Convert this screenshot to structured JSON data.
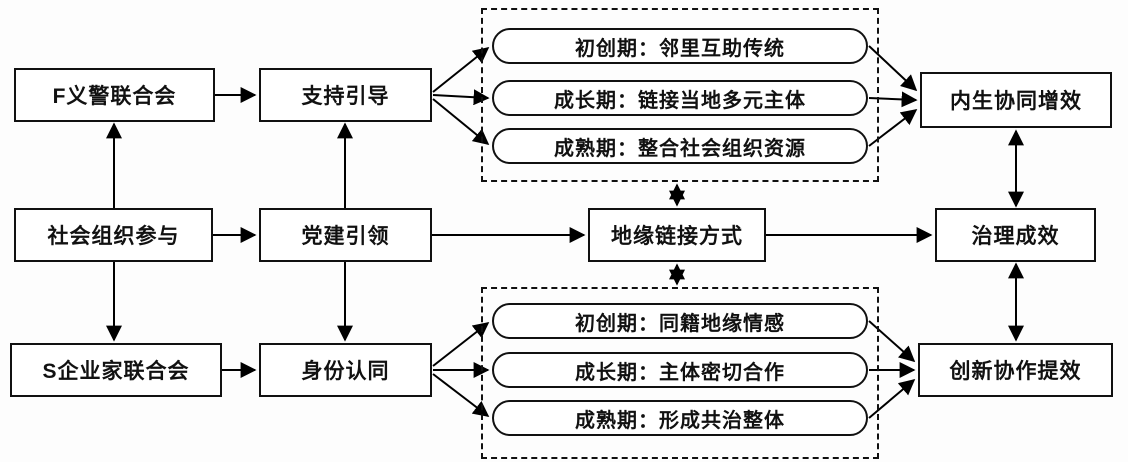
{
  "diagram": {
    "nodes": {
      "f_federation": "F义警联合会",
      "support_guidance": "支持引导",
      "social_org_participation": "社会组织参与",
      "party_building": "党建引领",
      "s_federation": "S企业家联合会",
      "identity_recognition": "身份认同",
      "geo_link_mode": "地缘链接方式",
      "endogenous_synergy": "内生协同增效",
      "governance_effect": "治理成效",
      "innovation_collab": "创新协作提效"
    },
    "top_group": {
      "stages": [
        "初创期：邻里互助传统",
        "成长期：链接当地多元主体",
        "成熟期：整合社会组织资源"
      ]
    },
    "bottom_group": {
      "stages": [
        "初创期：同籍地缘情感",
        "成长期：主体密切合作",
        "成熟期：形成共治整体"
      ]
    },
    "colors": {
      "stroke": "#000000",
      "background": "#ffffff"
    }
  }
}
